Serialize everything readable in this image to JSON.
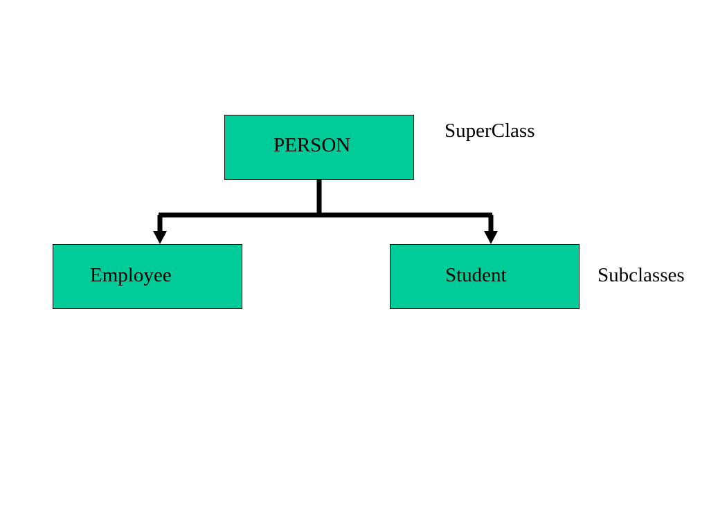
{
  "colors": {
    "box_fill": "#00CC99",
    "box_border": "#000000",
    "connector": "#000000"
  },
  "diagram": {
    "type": "class-hierarchy",
    "superclass": {
      "label": "PERSON"
    },
    "subclasses": [
      {
        "label": "Employee"
      },
      {
        "label": "Student"
      }
    ],
    "edges": [
      {
        "from": "PERSON",
        "to": "Employee"
      },
      {
        "from": "PERSON",
        "to": "Student"
      }
    ],
    "annotations": {
      "superclass": "SuperClass",
      "subclasses": "Subclasses"
    }
  }
}
